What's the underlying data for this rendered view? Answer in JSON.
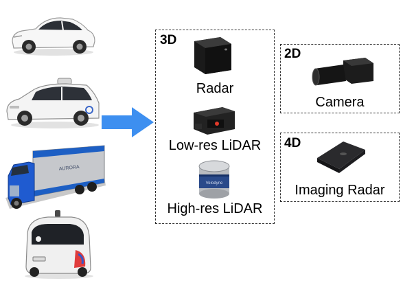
{
  "vehicles": [
    {
      "icon": "white-suv-icon"
    },
    {
      "icon": "self-driving-minivan-icon"
    },
    {
      "icon": "autonomous-truck-icon"
    },
    {
      "icon": "delivery-robot-icon"
    }
  ],
  "arrow": {
    "icon": "right-arrow-icon",
    "color": "#3d8ff0"
  },
  "groups": {
    "three_d": {
      "tag": "3D",
      "sensors": [
        {
          "label": "Radar",
          "icon": "radar-sensor-icon"
        },
        {
          "label": "Low-res LiDAR",
          "icon": "low-res-lidar-icon"
        },
        {
          "label": "High-res LiDAR",
          "icon": "high-res-lidar-icon"
        }
      ]
    },
    "two_d": {
      "tag": "2D",
      "sensors": [
        {
          "label": "Camera",
          "icon": "camera-icon"
        }
      ]
    },
    "four_d": {
      "tag": "4D",
      "sensors": [
        {
          "label": "Imaging Radar",
          "icon": "imaging-radar-icon"
        }
      ]
    }
  }
}
